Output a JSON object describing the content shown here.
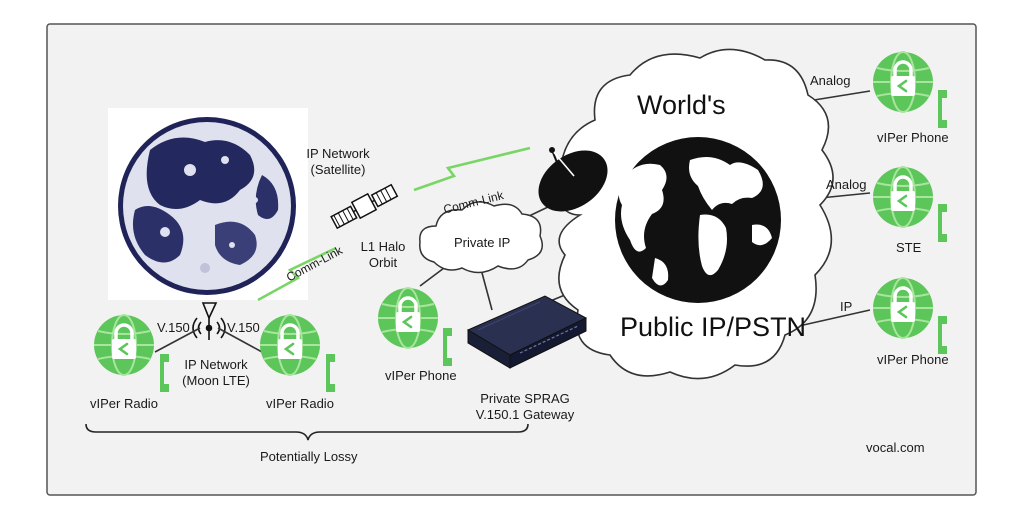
{
  "cloud": {
    "top": "World's",
    "bottom": "Public IP/PSTN"
  },
  "private_ip": "Private IP",
  "satellite": {
    "network": "IP Network\n(Satellite)",
    "orbit": "L1 Halo\nOrbit"
  },
  "comm_link": "Comm-Link",
  "moon_network": {
    "label": "IP Network\n(Moon LTE)",
    "protocol": "V.150"
  },
  "radios": [
    {
      "label": "vIPer Radio"
    },
    {
      "label": "vIPer Radio"
    }
  ],
  "left_phone": "vIPer Phone",
  "gateway": "Private SPRAG\nV.150.1 Gateway",
  "bracket_label": "Potentially Lossy",
  "right_devices": [
    {
      "link": "Analog",
      "label": "vIPer Phone"
    },
    {
      "link": "Analog",
      "label": "STE"
    },
    {
      "link": "IP",
      "label": "vIPer Phone"
    }
  ],
  "credit": "vocal.com",
  "colors": {
    "device_green": "#5cc65a",
    "comm_link_green": "#79d664",
    "moon_navy": "#1f2358",
    "border": "#555555",
    "background": "#f2f2f2"
  },
  "icons": [
    "globe-lock-icon",
    "phone-handset-icon",
    "radio-tower-icon",
    "satellite-icon",
    "satellite-dish-icon",
    "world-map-icon"
  ]
}
